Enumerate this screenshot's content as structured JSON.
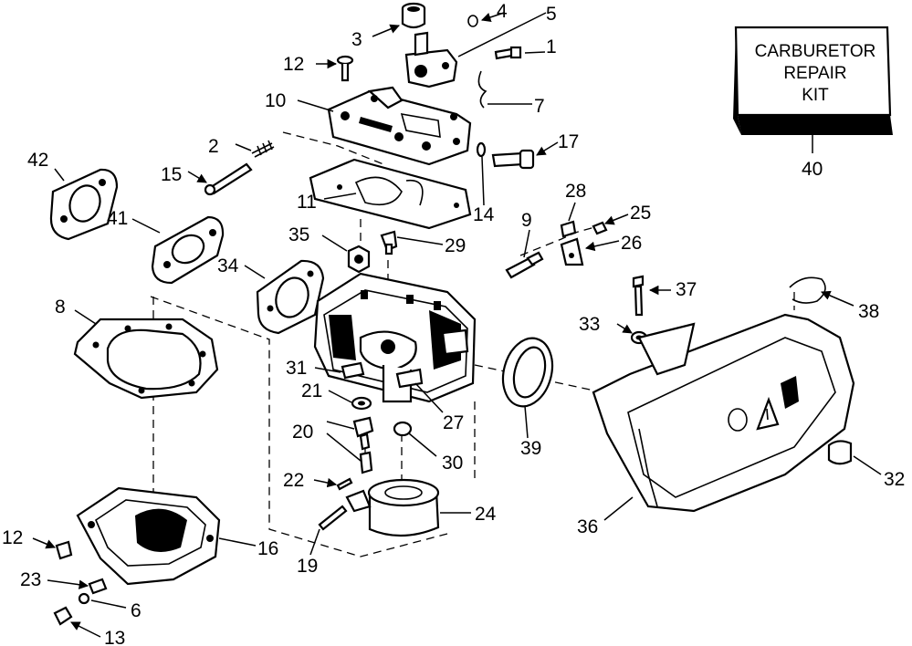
{
  "kit": {
    "line1": "CARBURETOR",
    "line2": "REPAIR",
    "line3": "KIT"
  },
  "callouts": {
    "c1": "1",
    "c2": "2",
    "c3": "3",
    "c4": "4",
    "c5": "5",
    "c6": "6",
    "c7": "7",
    "c8": "8",
    "c9": "9",
    "c10": "10",
    "c11": "11",
    "c12a": "12",
    "c12b": "12",
    "c13": "13",
    "c14": "14",
    "c15": "15",
    "c16": "16",
    "c17": "17",
    "c19": "19",
    "c20": "20",
    "c21": "21",
    "c22": "22",
    "c23": "23",
    "c24": "24",
    "c25": "25",
    "c26": "26",
    "c27": "27",
    "c28": "28",
    "c29": "29",
    "c30": "30",
    "c31": "31",
    "c32": "32",
    "c33": "33",
    "c34": "34",
    "c35": "35",
    "c36": "36",
    "c37": "37",
    "c38": "38",
    "c39": "39",
    "c40": "40",
    "c41": "41",
    "c42": "42"
  },
  "icons": {
    "warning": "warning-triangle-icon",
    "fuel": "fuel-pump-icon"
  }
}
